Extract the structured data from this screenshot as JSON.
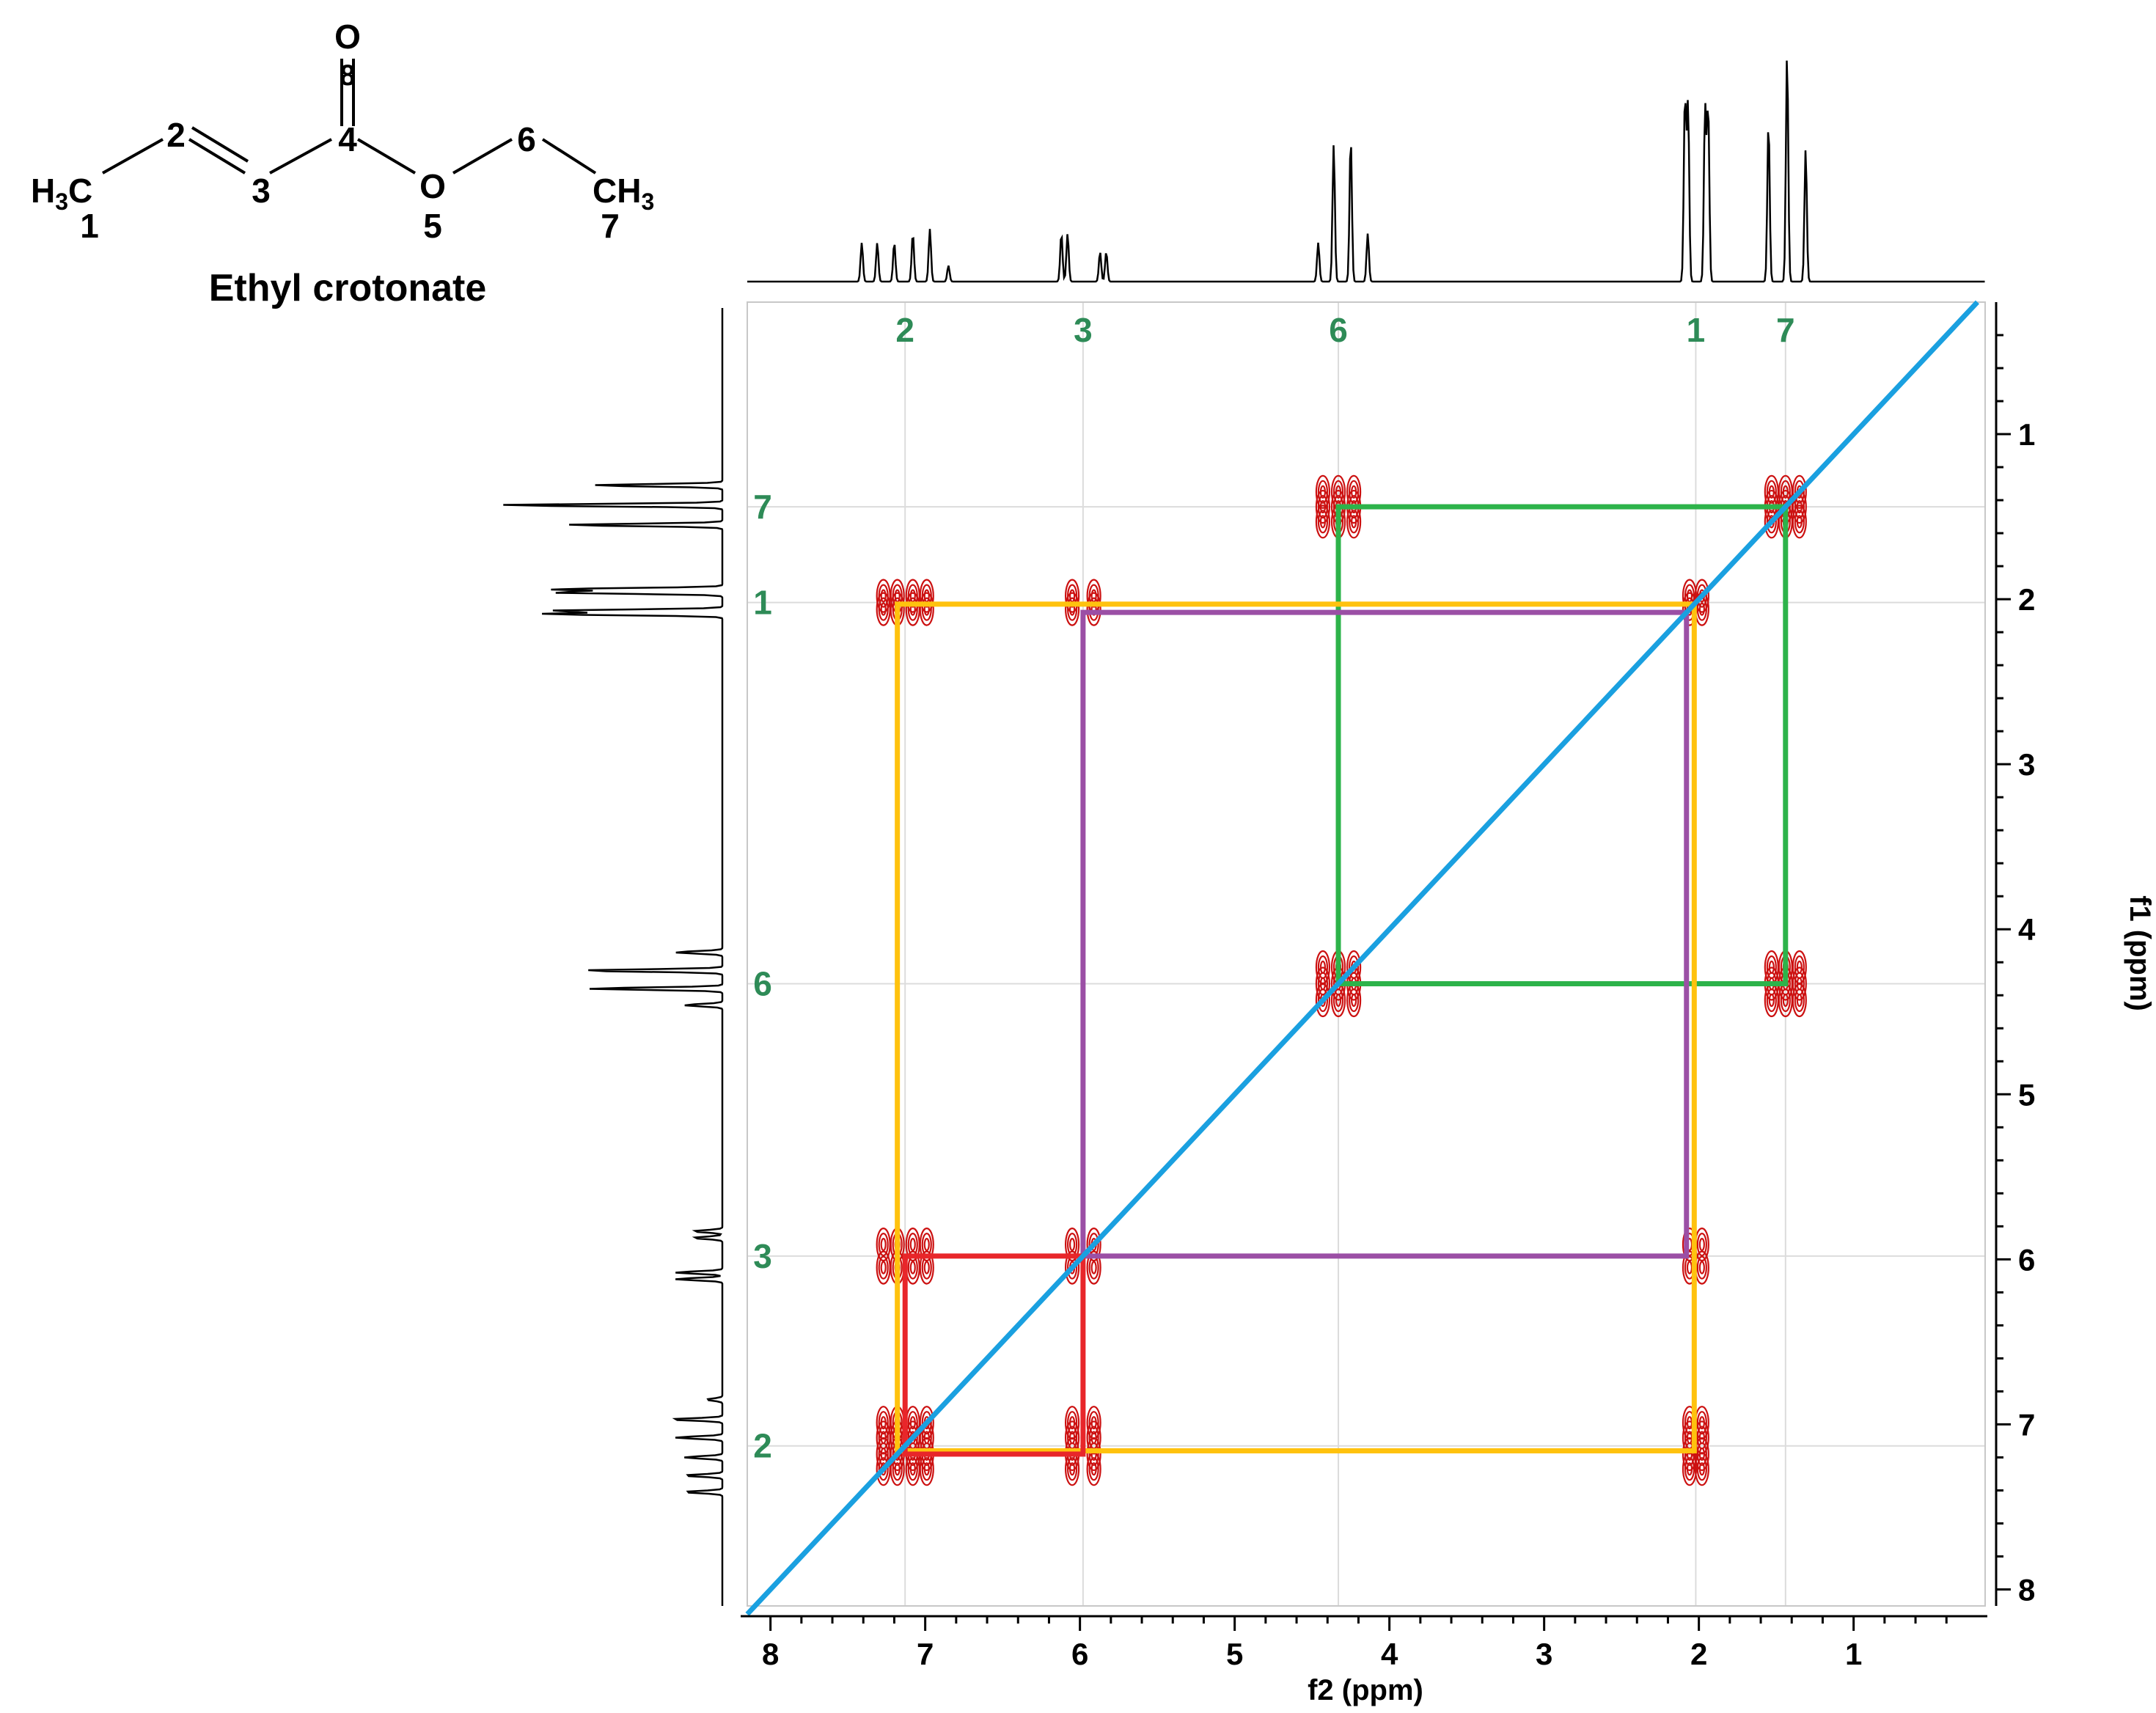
{
  "chart_data": {
    "type": "heatmap",
    "subtype": "2D COSY NMR spectrum",
    "title": "",
    "xlabel": "f2 (ppm)",
    "ylabel": "f1 (ppm)",
    "xlim": [
      8.15,
      0.15
    ],
    "ylim": [
      0.2,
      8.1
    ],
    "x_axis_reversed": true,
    "y_axis_reversed": true,
    "x_ticks": [
      8,
      7,
      6,
      5,
      4,
      3,
      2,
      1
    ],
    "y_ticks": [
      1,
      2,
      3,
      4,
      5,
      6,
      7,
      8
    ],
    "grid": false,
    "colors": {
      "cross_peaks": "#cc1111",
      "diagonal": "#1aa0e0",
      "peak_labels": "#2e8b57",
      "box_green": "#2db34a",
      "box_yellow": "#ffc20e",
      "box_purple": "#9b4fa5",
      "box_red": "#e8262a",
      "axis": "#000000"
    },
    "molecule": {
      "name": "Ethyl crotonate",
      "atoms": [
        {
          "id": "1",
          "label": "H3C"
        },
        {
          "id": "2",
          "label": ""
        },
        {
          "id": "3",
          "label": ""
        },
        {
          "id": "4",
          "label": ""
        },
        {
          "id": "5",
          "label": "O"
        },
        {
          "id": "6",
          "label": ""
        },
        {
          "id": "7",
          "label": "CH3"
        },
        {
          "id": "8",
          "label": "O"
        }
      ]
    },
    "signals": [
      {
        "label": "2",
        "ppm": 7.13
      },
      {
        "label": "3",
        "ppm": 5.98
      },
      {
        "label": "6",
        "ppm": 4.33
      },
      {
        "label": "1",
        "ppm": 2.02
      },
      {
        "label": "7",
        "ppm": 1.44
      }
    ],
    "spectrum_1d": [
      {
        "ppm": 7.41,
        "height": 0.17
      },
      {
        "ppm": 7.31,
        "height": 0.17
      },
      {
        "ppm": 7.2,
        "height": 0.17
      },
      {
        "ppm": 7.08,
        "height": 0.21
      },
      {
        "ppm": 6.97,
        "height": 0.23
      },
      {
        "ppm": 6.85,
        "height": 0.07
      },
      {
        "ppm": 6.12,
        "height": 0.21
      },
      {
        "ppm": 6.08,
        "height": 0.21
      },
      {
        "ppm": 5.87,
        "height": 0.13
      },
      {
        "ppm": 5.83,
        "height": 0.13
      },
      {
        "ppm": 4.46,
        "height": 0.17
      },
      {
        "ppm": 4.36,
        "height": 0.6
      },
      {
        "ppm": 4.25,
        "height": 0.63
      },
      {
        "ppm": 4.14,
        "height": 0.21
      },
      {
        "ppm": 2.09,
        "height": 0.8
      },
      {
        "ppm": 2.07,
        "height": 0.77
      },
      {
        "ppm": 1.96,
        "height": 0.76
      },
      {
        "ppm": 1.94,
        "height": 0.76
      },
      {
        "ppm": 1.55,
        "height": 0.7
      },
      {
        "ppm": 1.43,
        "height": 1.0
      },
      {
        "ppm": 1.31,
        "height": 0.58
      }
    ],
    "cross_peaks": [
      {
        "x": 7.13,
        "y": 2.02
      },
      {
        "x": 5.98,
        "y": 2.02
      },
      {
        "x": 2.02,
        "y": 2.02
      },
      {
        "x": 4.33,
        "y": 1.44
      },
      {
        "x": 1.44,
        "y": 1.44
      },
      {
        "x": 4.33,
        "y": 4.33
      },
      {
        "x": 1.44,
        "y": 4.33
      },
      {
        "x": 7.13,
        "y": 5.98
      },
      {
        "x": 5.98,
        "y": 5.98
      },
      {
        "x": 2.02,
        "y": 5.98
      },
      {
        "x": 7.13,
        "y": 7.13
      },
      {
        "x": 5.98,
        "y": 7.13
      },
      {
        "x": 2.02,
        "y": 7.13
      }
    ],
    "connectivity_boxes": [
      {
        "color": "box_green",
        "x": [
          4.33,
          1.44
        ],
        "y": [
          1.44,
          4.33
        ]
      },
      {
        "color": "box_yellow",
        "x": [
          7.18,
          2.03
        ],
        "y": [
          2.03,
          7.16
        ]
      },
      {
        "color": "box_purple",
        "x": [
          5.98,
          2.08
        ],
        "y": [
          2.08,
          5.98
        ]
      },
      {
        "color": "box_red",
        "x": [
          7.13,
          5.98
        ],
        "y": [
          5.98,
          7.18
        ]
      }
    ]
  }
}
